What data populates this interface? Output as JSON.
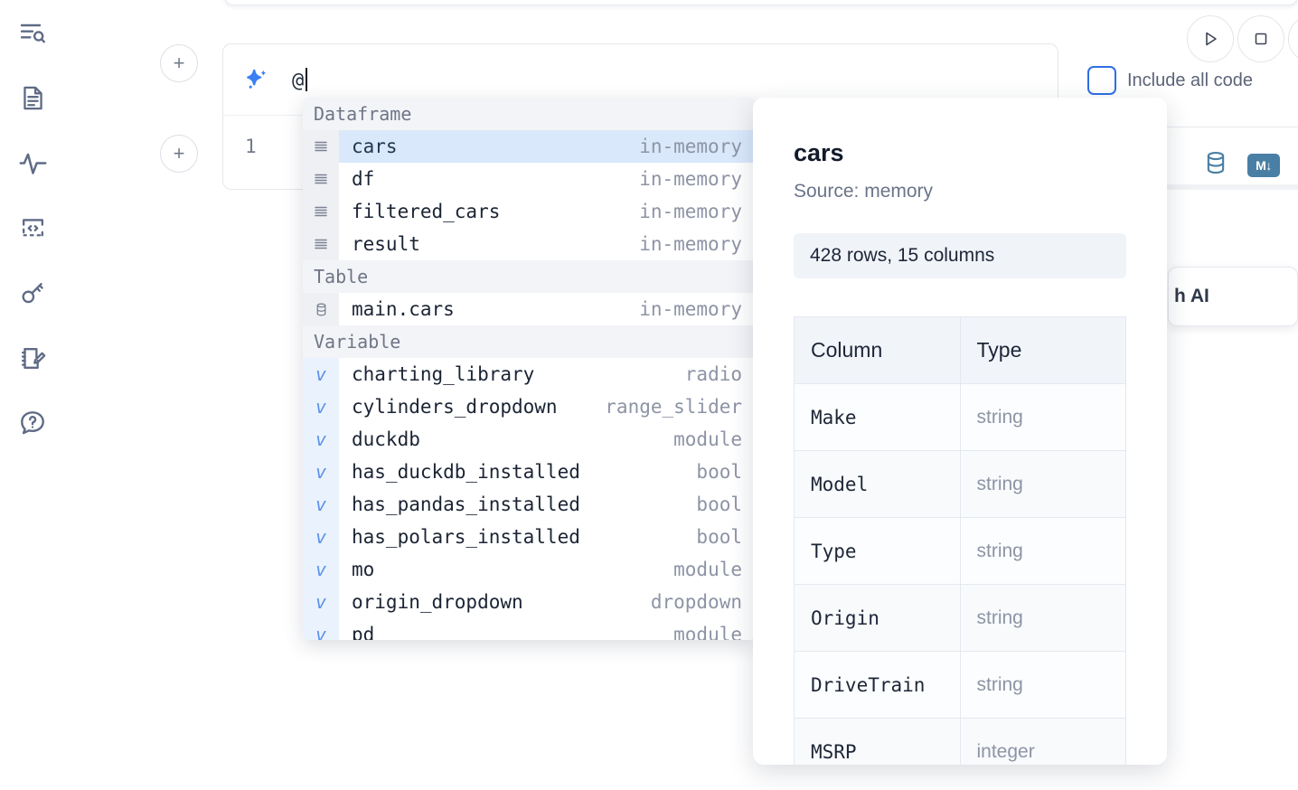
{
  "sidebar": {
    "items": [
      {
        "name": "explorer-search-icon",
        "label": "Search"
      },
      {
        "name": "document-icon",
        "label": "Notebook"
      },
      {
        "name": "activity-icon",
        "label": "Runtime"
      },
      {
        "name": "code-snippet-icon",
        "label": "Snippets"
      },
      {
        "name": "key-icon",
        "label": "Secrets"
      },
      {
        "name": "scratchpad-edit-icon",
        "label": "Scratchpad"
      },
      {
        "name": "help-chat-icon",
        "label": "Help"
      }
    ]
  },
  "prompt": {
    "icon": "ai-sparkle-icon",
    "value": "@",
    "placeholder": ""
  },
  "editor": {
    "line_number": "1"
  },
  "toolbar": {
    "run_label": "▷",
    "stop_label": "▢",
    "include_all_code_label": "Include all code",
    "include_all_code_checked": false,
    "database_icon": "database-icon",
    "markdown_icon": "markdown-icon",
    "markdown_label": "M↓"
  },
  "ai_chip": {
    "label": "h AI"
  },
  "autocomplete": {
    "groups": [
      {
        "label": "Dataframe",
        "icon": "dataframe-icon",
        "items": [
          {
            "name": "cars",
            "kind": "in-memory",
            "selected": true
          },
          {
            "name": "df",
            "kind": "in-memory",
            "selected": false
          },
          {
            "name": "filtered_cars",
            "kind": "in-memory",
            "selected": false
          },
          {
            "name": "result",
            "kind": "in-memory",
            "selected": false
          }
        ]
      },
      {
        "label": "Table",
        "icon": "table-db-icon",
        "items": [
          {
            "name": "main.cars",
            "kind": "in-memory",
            "selected": false
          }
        ]
      },
      {
        "label": "Variable",
        "icon": "variable-icon",
        "items": [
          {
            "name": "charting_library",
            "kind": "radio",
            "selected": false
          },
          {
            "name": "cylinders_dropdown",
            "kind": "range_slider",
            "selected": false
          },
          {
            "name": "duckdb",
            "kind": "module",
            "selected": false
          },
          {
            "name": "has_duckdb_installed",
            "kind": "bool",
            "selected": false
          },
          {
            "name": "has_pandas_installed",
            "kind": "bool",
            "selected": false
          },
          {
            "name": "has_polars_installed",
            "kind": "bool",
            "selected": false
          },
          {
            "name": "mo",
            "kind": "module",
            "selected": false
          },
          {
            "name": "origin_dropdown",
            "kind": "dropdown",
            "selected": false
          },
          {
            "name": "pd",
            "kind": "module",
            "selected": false
          }
        ]
      }
    ]
  },
  "preview": {
    "title": "cars",
    "source": "Source: memory",
    "shape": "428 rows, 15 columns",
    "table": {
      "headers": [
        "Column",
        "Type"
      ],
      "rows": [
        [
          "Make",
          "string"
        ],
        [
          "Model",
          "string"
        ],
        [
          "Type",
          "string"
        ],
        [
          "Origin",
          "string"
        ],
        [
          "DriveTrain",
          "string"
        ],
        [
          "MSRP",
          "integer"
        ]
      ]
    }
  },
  "colors": {
    "accent_blue": "#3b7ff5",
    "selection_blue": "#d9e8fb",
    "icon_steel": "#4a7fa5",
    "rail_icon": "#5f6b85"
  }
}
